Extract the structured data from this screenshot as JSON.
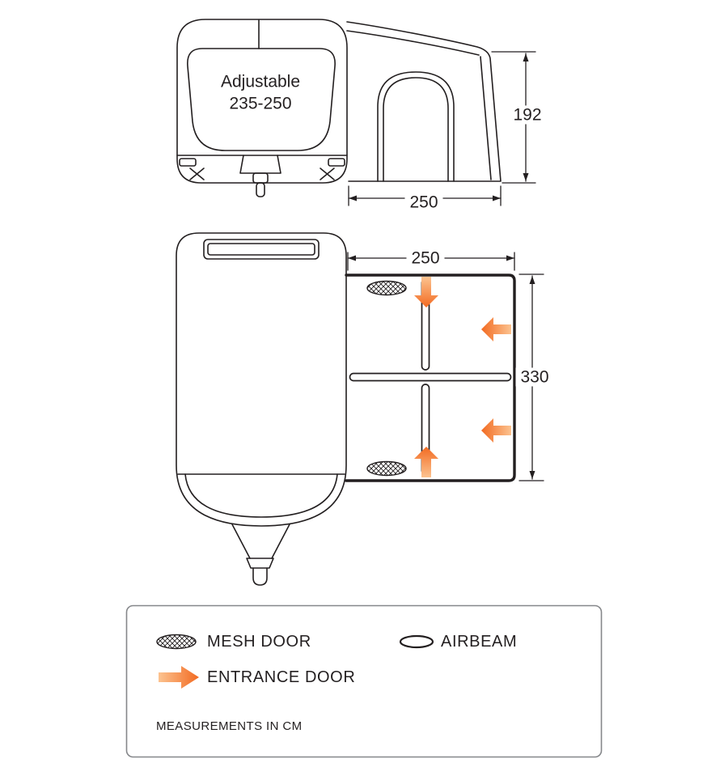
{
  "diagram": {
    "side_view": {
      "caravan_label": {
        "line1": "Adjustable",
        "line2": "235-250"
      },
      "dimensions": {
        "height_cm": "192",
        "depth_cm": "250"
      }
    },
    "plan_view": {
      "dimensions": {
        "width_cm": "250",
        "length_cm": "330"
      }
    },
    "legend": {
      "mesh_door": "MESH DOOR",
      "airbeam": "AIRBEAM",
      "entrance_door": "ENTRANCE DOOR",
      "note": "MEASUREMENTS IN CM"
    },
    "colors": {
      "line": "#231f20",
      "accent_orange": "#f26a21",
      "accent_orange_light": "#fcc390",
      "legend_border": "#85878a"
    }
  }
}
